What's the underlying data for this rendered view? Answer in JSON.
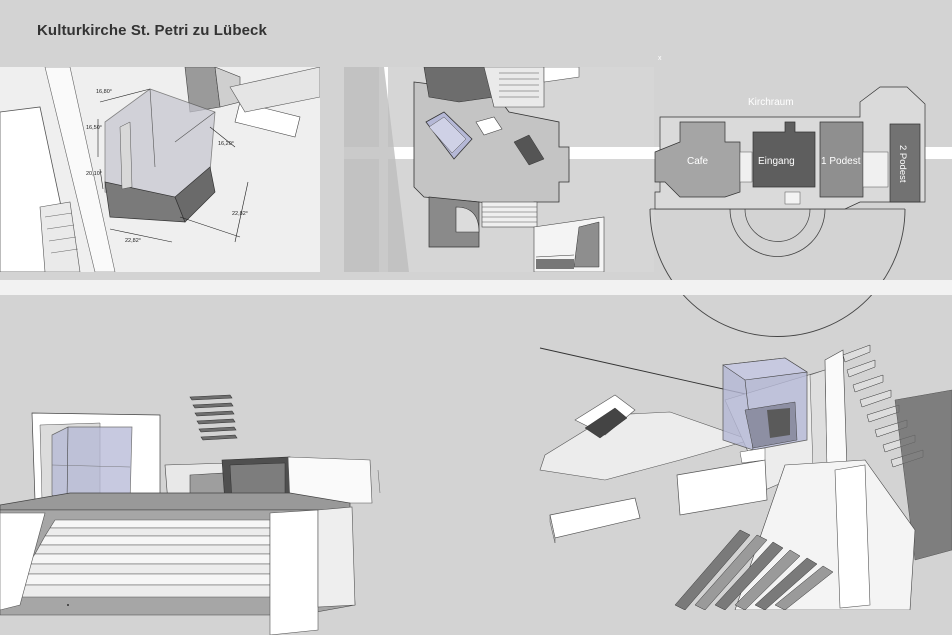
{
  "title": "Kulturkirche St. Petri zu Lübeck",
  "panel_top_left": {
    "dimensions": [
      "16,80°",
      "16,50°",
      "20,10°",
      "16,20°",
      "22,82°",
      "22,82°"
    ]
  },
  "panel_floorplan": {
    "marker": "x",
    "rooms": {
      "kirchraum": "Kirchraum",
      "cafe": "Cafe",
      "eingang": "Eingang",
      "podest1": "1 Podest",
      "podest2": "2 Podest"
    }
  },
  "colors": {
    "background": "#d3d3d3",
    "glass": "#b9b9d8",
    "dark_room": "#5a5a5a",
    "mid_room": "#8c8c8c",
    "light_room": "#a8a8a8"
  }
}
